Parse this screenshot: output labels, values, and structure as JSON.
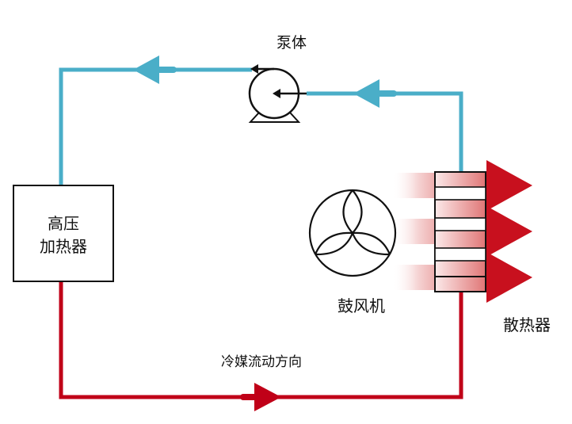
{
  "labels": {
    "pump": "泵体",
    "heater_line1": "高压",
    "heater_line2": "加热器",
    "fan": "鼓风机",
    "radiator": "散热器",
    "flow_direction": "冷媒流动方向"
  },
  "colors": {
    "cold_pipe": "#4aaec8",
    "hot_pipe": "#c00018",
    "heat_arrow": "#c8101e",
    "outline": "#111111"
  },
  "icons": {
    "pump": "pump-icon",
    "fan": "fan-icon",
    "flow_arrow": "flow-arrow-icon",
    "heat_arrow": "heat-arrow-icon"
  }
}
